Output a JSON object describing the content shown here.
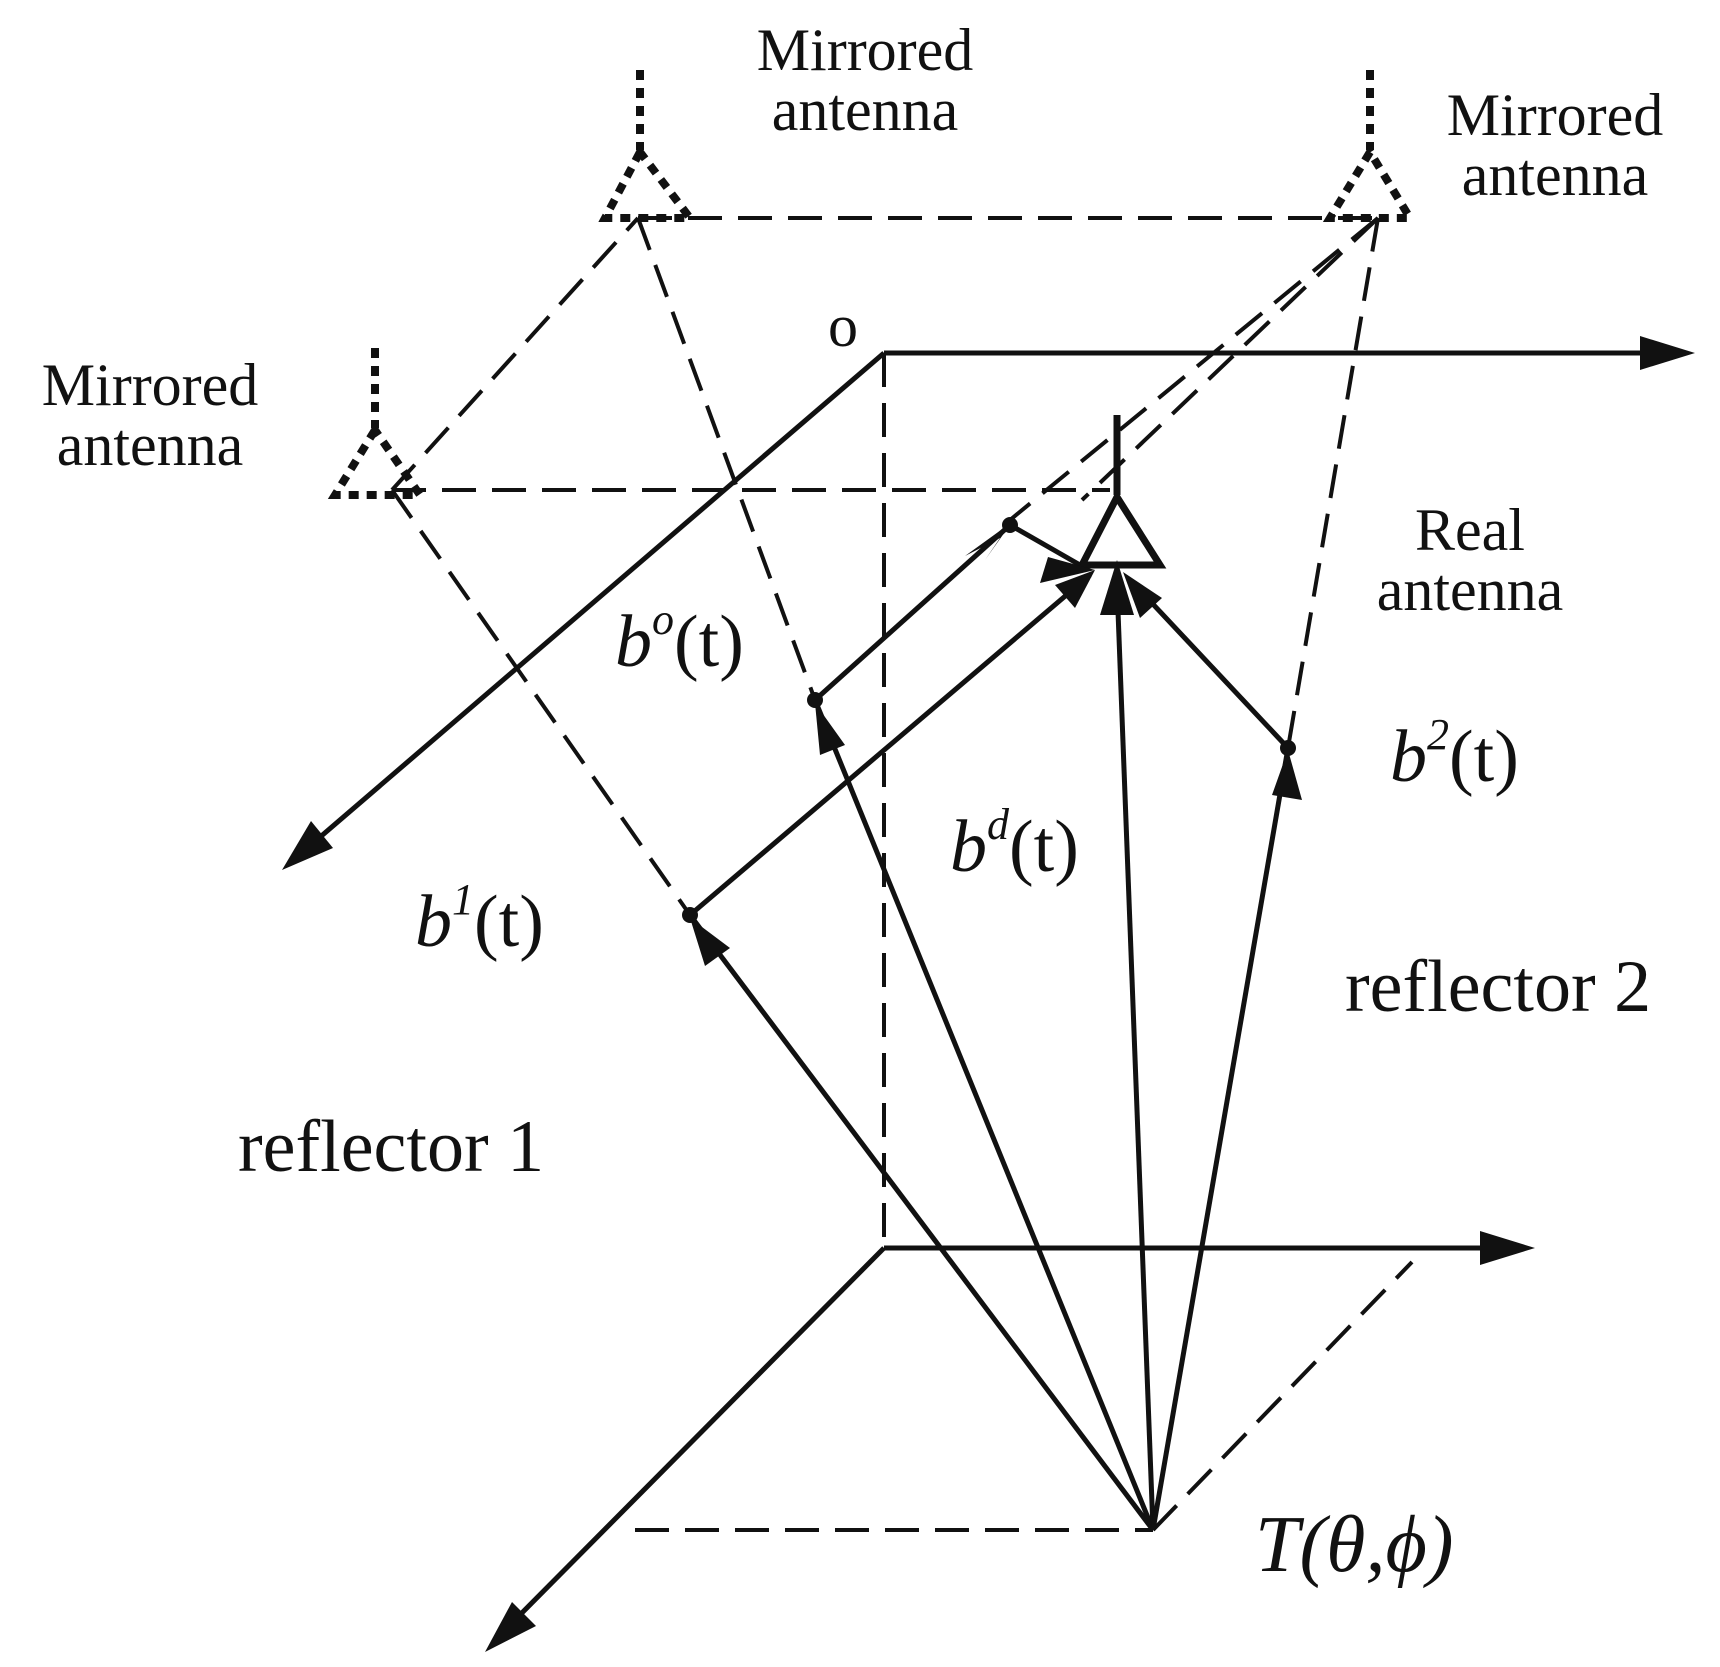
{
  "labels": {
    "mirrored_top": "Mirrored antenna",
    "mirrored_right": "Mirrored antenna",
    "mirrored_left": "Mirrored antenna",
    "origin": "o",
    "real_antenna": "Real antenna",
    "reflector_1": "reflector 1",
    "reflector_2": "reflector 2"
  },
  "signals": {
    "b_o": {
      "base": "b",
      "sup": "o",
      "arg": "(t)"
    },
    "b_1": {
      "base": "b",
      "sup": "1",
      "arg": "(t)"
    },
    "b_2": {
      "base": "b",
      "sup": "2",
      "arg": "(t)"
    },
    "b_d": {
      "base": "b",
      "sup": "d",
      "arg": "(t)"
    },
    "target": {
      "base": "T",
      "arg": "(θ,ϕ)"
    }
  }
}
